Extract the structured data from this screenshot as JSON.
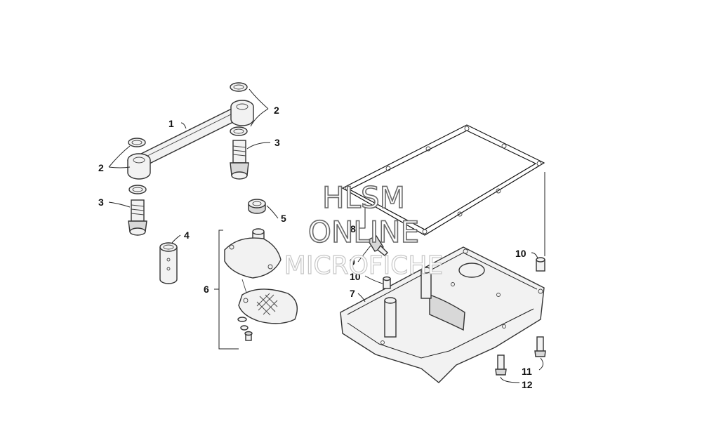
{
  "watermark": {
    "line1": "HLSM",
    "line2": "ONLINE",
    "line3": "MICROFICHE"
  },
  "callouts": [
    {
      "id": "c1",
      "text": "1"
    },
    {
      "id": "c2a",
      "text": "2"
    },
    {
      "id": "c2b",
      "text": "2"
    },
    {
      "id": "c3a",
      "text": "3"
    },
    {
      "id": "c3b",
      "text": "3"
    },
    {
      "id": "c4",
      "text": "4"
    },
    {
      "id": "c5",
      "text": "5"
    },
    {
      "id": "c6",
      "text": "6"
    },
    {
      "id": "c7",
      "text": "7"
    },
    {
      "id": "c8",
      "text": "8"
    },
    {
      "id": "c9",
      "text": "9"
    },
    {
      "id": "c10a",
      "text": "10"
    },
    {
      "id": "c10b",
      "text": "10"
    },
    {
      "id": "c11",
      "text": "11"
    },
    {
      "id": "c12",
      "text": "12"
    }
  ]
}
